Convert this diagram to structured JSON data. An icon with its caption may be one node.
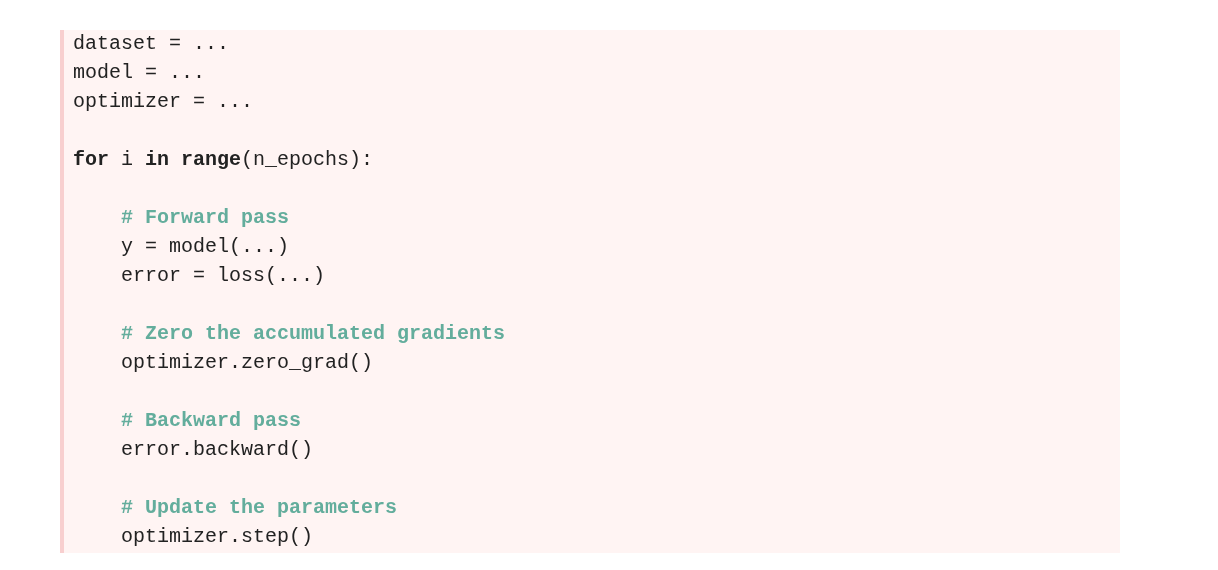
{
  "diagram": {
    "labels": [
      "dataset = ...",
      "model = ...",
      "optimizer = ...",
      "**for** i **in** **range**(n_epochs):",
      "# Forward pass",
      "y = model(...)",
      "error = loss(...)",
      "# Zero the accumulated gradients",
      "optimizer.zero_grad()",
      "# Backward pass",
      "error.backward()",
      "# Update the parameters",
      "optimizer.step()"
    ]
  }
}
